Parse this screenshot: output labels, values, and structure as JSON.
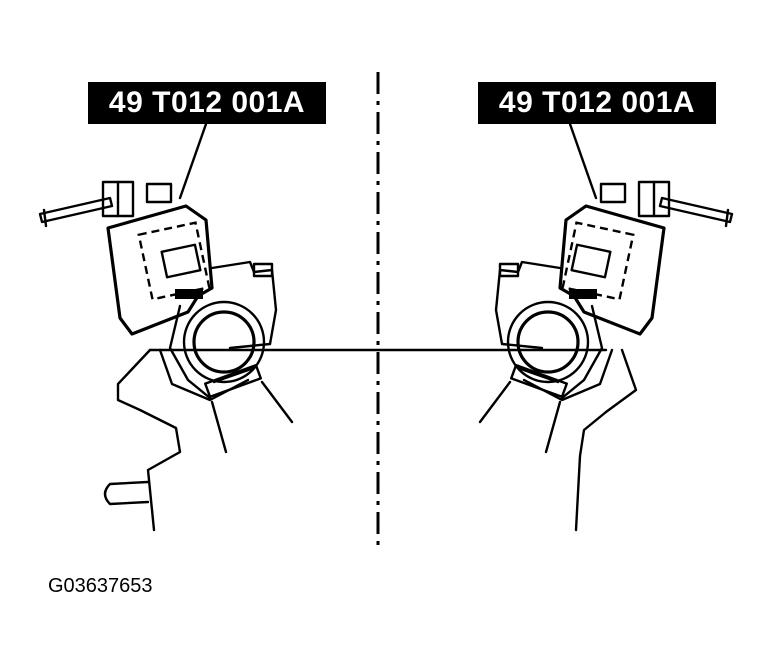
{
  "labels": {
    "tool_left": "49 T012 001A",
    "tool_right": "49 T012 001A",
    "figure_id": "G03637653"
  }
}
